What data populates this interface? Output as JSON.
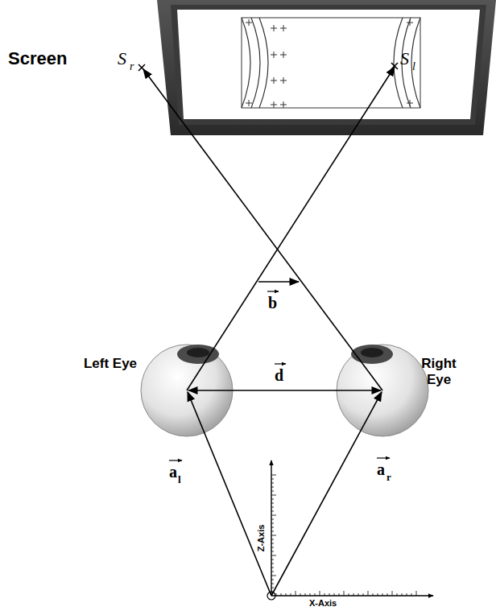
{
  "diagram": {
    "labels": [
      "Screen",
      "S",
      "r",
      "S",
      "l",
      "b",
      "d",
      "Left Eye",
      "Right Eye",
      "a",
      "l",
      "a",
      "r",
      "Z-Axis",
      "X-Axis"
    ]
  }
}
